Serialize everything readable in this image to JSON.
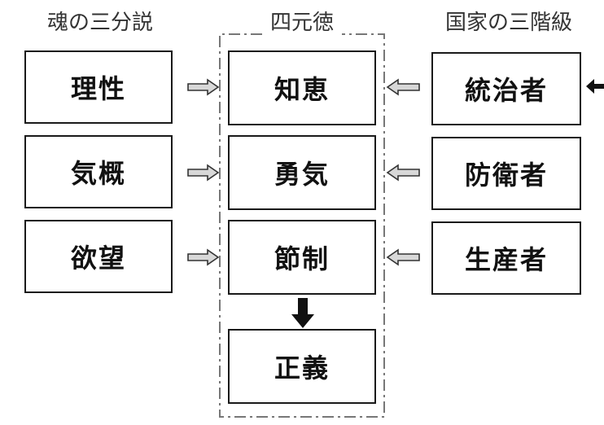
{
  "headers": {
    "soul": "魂の三分説",
    "virtues": "四元徳",
    "classes": "国家の三階級"
  },
  "soul": [
    "理性",
    "気概",
    "欲望"
  ],
  "virtues": [
    "知恵",
    "勇気",
    "節制",
    "正義"
  ],
  "classes": [
    "統治者",
    "防衛者",
    "生産者"
  ],
  "colors": {
    "line": "#1a1a1a",
    "hollow_arrow_fill": "#d8d8d8",
    "dash_frame": "#777777"
  }
}
